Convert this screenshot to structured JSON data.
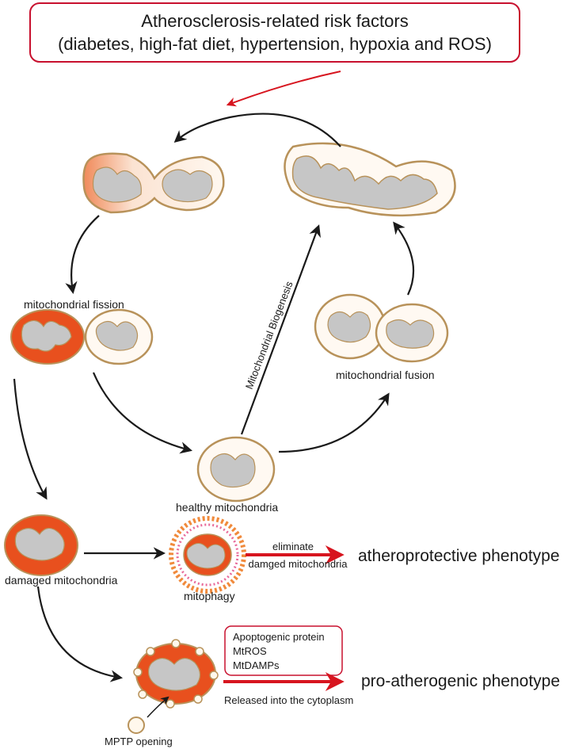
{
  "header": {
    "line1": "Atherosclerosis-related risk factors",
    "line2": "(diabetes, high-fat diet, hypertension, hypoxia and ROS)"
  },
  "labels": {
    "fission": "mitochondrial fission",
    "fusion": "mitochondrial fusion",
    "biogenesis": "Mitochondrial Biogenesis",
    "healthy": "healthy mitochondria",
    "damaged": "damaged mitochondria",
    "mitophagy": "mitophagy",
    "eliminate_line1": "eliminate",
    "eliminate_line2": "damged mitochondria",
    "mptp": "MPTP opening",
    "released": "Released into the cytoplasm"
  },
  "phenotypes": {
    "protective": "atheroprotective phenotype",
    "atherogenic": "pro-atherogenic phenotype"
  },
  "released_items": [
    "Apoptogenic protein",
    "MtROS",
    "MtDAMPs"
  ],
  "colors": {
    "red_box": "#c8102e",
    "red_arrow": "#d7151f",
    "damaged_orange": "#e8501e",
    "membrane_tan": "#b8925a",
    "cristae_gray": "#c6c6c6",
    "arrow_black": "#1a1a1a"
  }
}
